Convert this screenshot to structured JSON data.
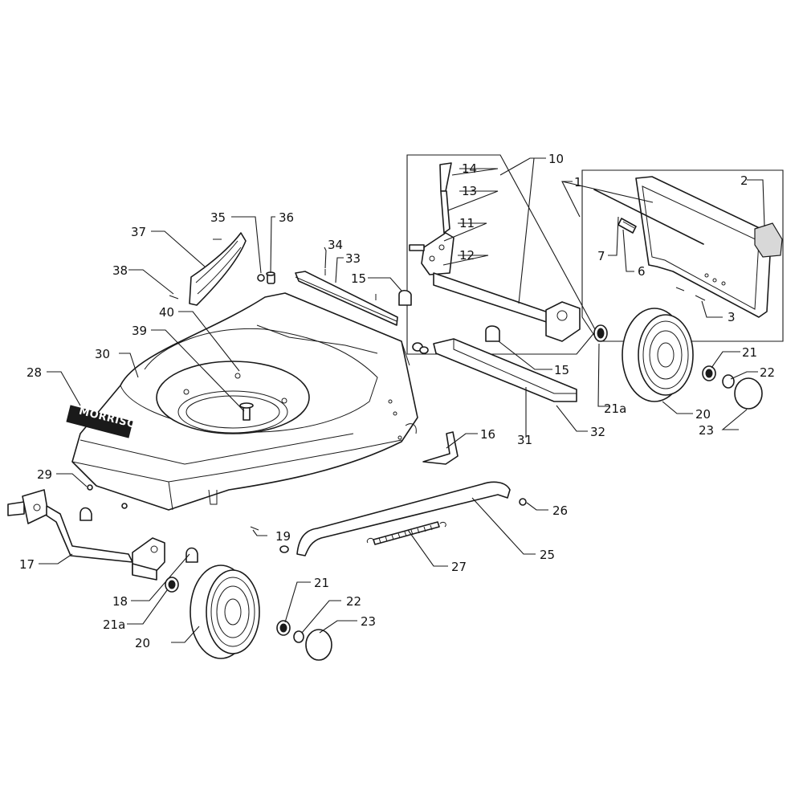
{
  "diagram": {
    "brand_plate_text": "MORRISON",
    "callouts": {
      "c1": "1",
      "c2": "2",
      "c3": "3",
      "c6": "6",
      "c7": "7",
      "c10": "10",
      "c11": "11",
      "c12": "12",
      "c13": "13",
      "c14": "14",
      "c15a": "15",
      "c15b": "15",
      "c16": "16",
      "c17": "17",
      "c18": "18",
      "c19": "19",
      "c20a": "20",
      "c20b": "20",
      "c21a": "21",
      "c21b": "21",
      "c21aa": "21a",
      "c21ab": "21a",
      "c22a": "22",
      "c22b": "22",
      "c23a": "23",
      "c23b": "23",
      "c25": "25",
      "c26": "26",
      "c27": "27",
      "c28": "28",
      "c29": "29",
      "c30": "30",
      "c31": "31",
      "c32": "32",
      "c33": "33",
      "c34": "34",
      "c35": "35",
      "c36": "36",
      "c37": "37",
      "c38": "38",
      "c39": "39",
      "c40": "40"
    }
  }
}
